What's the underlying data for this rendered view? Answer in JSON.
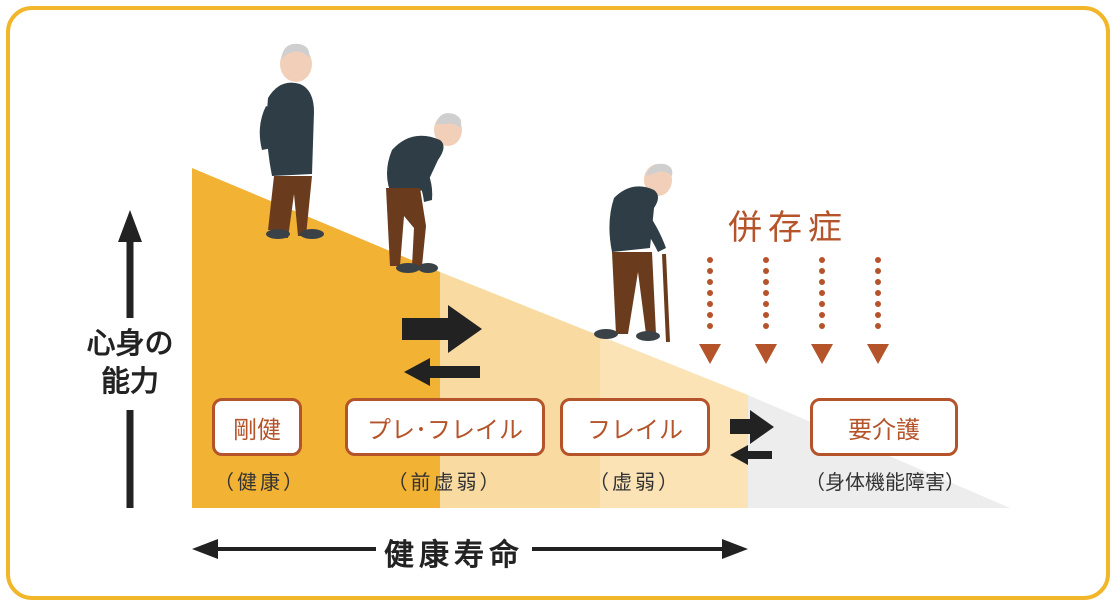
{
  "vertical_axis_label_line1": "心身の",
  "vertical_axis_label_line2": "能力",
  "comorbidity_label": "併存症",
  "stages": [
    {
      "label": "剛健",
      "sub": "（健康）"
    },
    {
      "label": "プレ･フレイル",
      "sub": "（前虚弱）"
    },
    {
      "label": "フレイル",
      "sub": "（虚弱）"
    },
    {
      "label": "要介護",
      "sub": "（身体機能障害）"
    }
  ],
  "lifespan_label": "健康寿命",
  "colors": {
    "frame": "#f2b62b",
    "robust": "#f2b233",
    "prefrail": "#f8d695",
    "frail": "#fbe3b6",
    "care": "#ededed",
    "accent": "#b5532a",
    "arrow": "#222222"
  },
  "icons": [
    "elderly-person-walking-icon",
    "elderly-person-bent-icon",
    "elderly-person-cane-icon",
    "transition-arrow-icon",
    "down-arrow-icon"
  ]
}
